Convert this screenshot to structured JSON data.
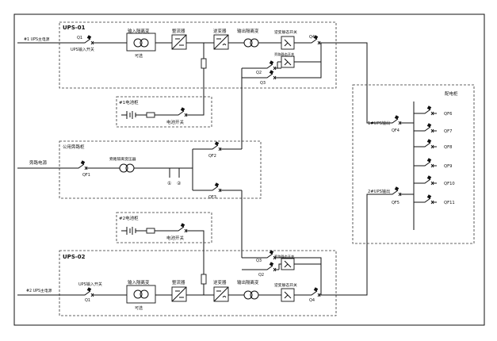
{
  "ups1": {
    "title": "UPS-01",
    "main_source": "#1 UPS主电源",
    "q1": "Q1",
    "input_switch": "UPS输入开关",
    "input_isolation": "输入隔离变",
    "optional": "可选",
    "rectifier": "整流器",
    "inverter": "逆变器",
    "output_isolation": "输出隔离变",
    "inv_static": "逆变静态开关",
    "bypass_static": "旁路静态开关",
    "q2": "Q2",
    "q3": "Q3",
    "q4": "Q4"
  },
  "battery1": {
    "title": "#1电池柜",
    "switch": "电池开关"
  },
  "bypass": {
    "title": "公用旁路柜",
    "source": "旁路电源",
    "qf1": "QF1",
    "transformer": "旁路隔离变压器",
    "qf2": "QF2",
    "qf3": "QF3",
    "m1": "①",
    "m2": "②"
  },
  "battery2": {
    "title": "#2电池柜",
    "switch": "电池开关"
  },
  "ups2": {
    "title": "UPS-02",
    "main_source": "#2 UPS主电源",
    "input_switch": "UPS输入开关",
    "q1": "Q1",
    "input_isolation": "输入隔离变",
    "optional": "可选",
    "rectifier": "整流器",
    "inverter": "逆变器",
    "output_isolation": "输出隔离变",
    "inv_static": "逆变静态开关",
    "bypass_static": "旁路静态开关",
    "q2": "Q2",
    "q3": "Q3",
    "q4": "Q4"
  },
  "dist": {
    "title": "配电柜",
    "out1": "1#UPS输出",
    "qf4": "QF4",
    "out2": "2#UPS输出",
    "qf5": "QF5",
    "feeders": [
      "QF6",
      "QF7",
      "QF8",
      "QF9",
      "QF10",
      "QF11"
    ]
  }
}
